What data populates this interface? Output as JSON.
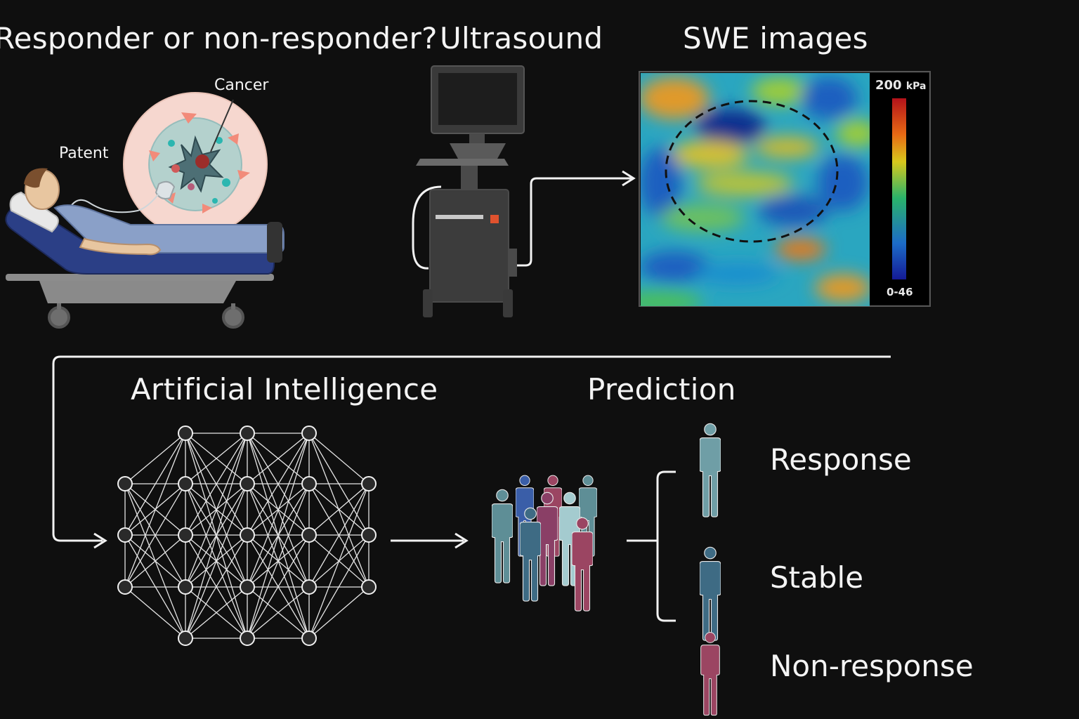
{
  "headings": {
    "question": "Responder or non-responder?",
    "ultrasound": "Ultrasound",
    "swe": "SWE images",
    "ai": "Artificial Intelligence",
    "prediction": "Prediction"
  },
  "patient": {
    "patient_label": "Patent",
    "cancer_label": "Cancer"
  },
  "swe_image": {
    "colorbar_max": "200",
    "colorbar_unit": "kPa",
    "colorbar_min": "0-46"
  },
  "outcomes": [
    {
      "label": "Response",
      "color": "#6f9ea6"
    },
    {
      "label": "Stable",
      "color": "#3e6b84"
    },
    {
      "label": "Non-response",
      "color": "#9b4562"
    }
  ],
  "colors": {
    "background": "#0f0f0f",
    "line": "#f2f2f2",
    "teal": "#6f9ea6",
    "steel_blue": "#3e6b84",
    "crimson": "#9b4562",
    "tumor_pink": "#f28b7a"
  }
}
